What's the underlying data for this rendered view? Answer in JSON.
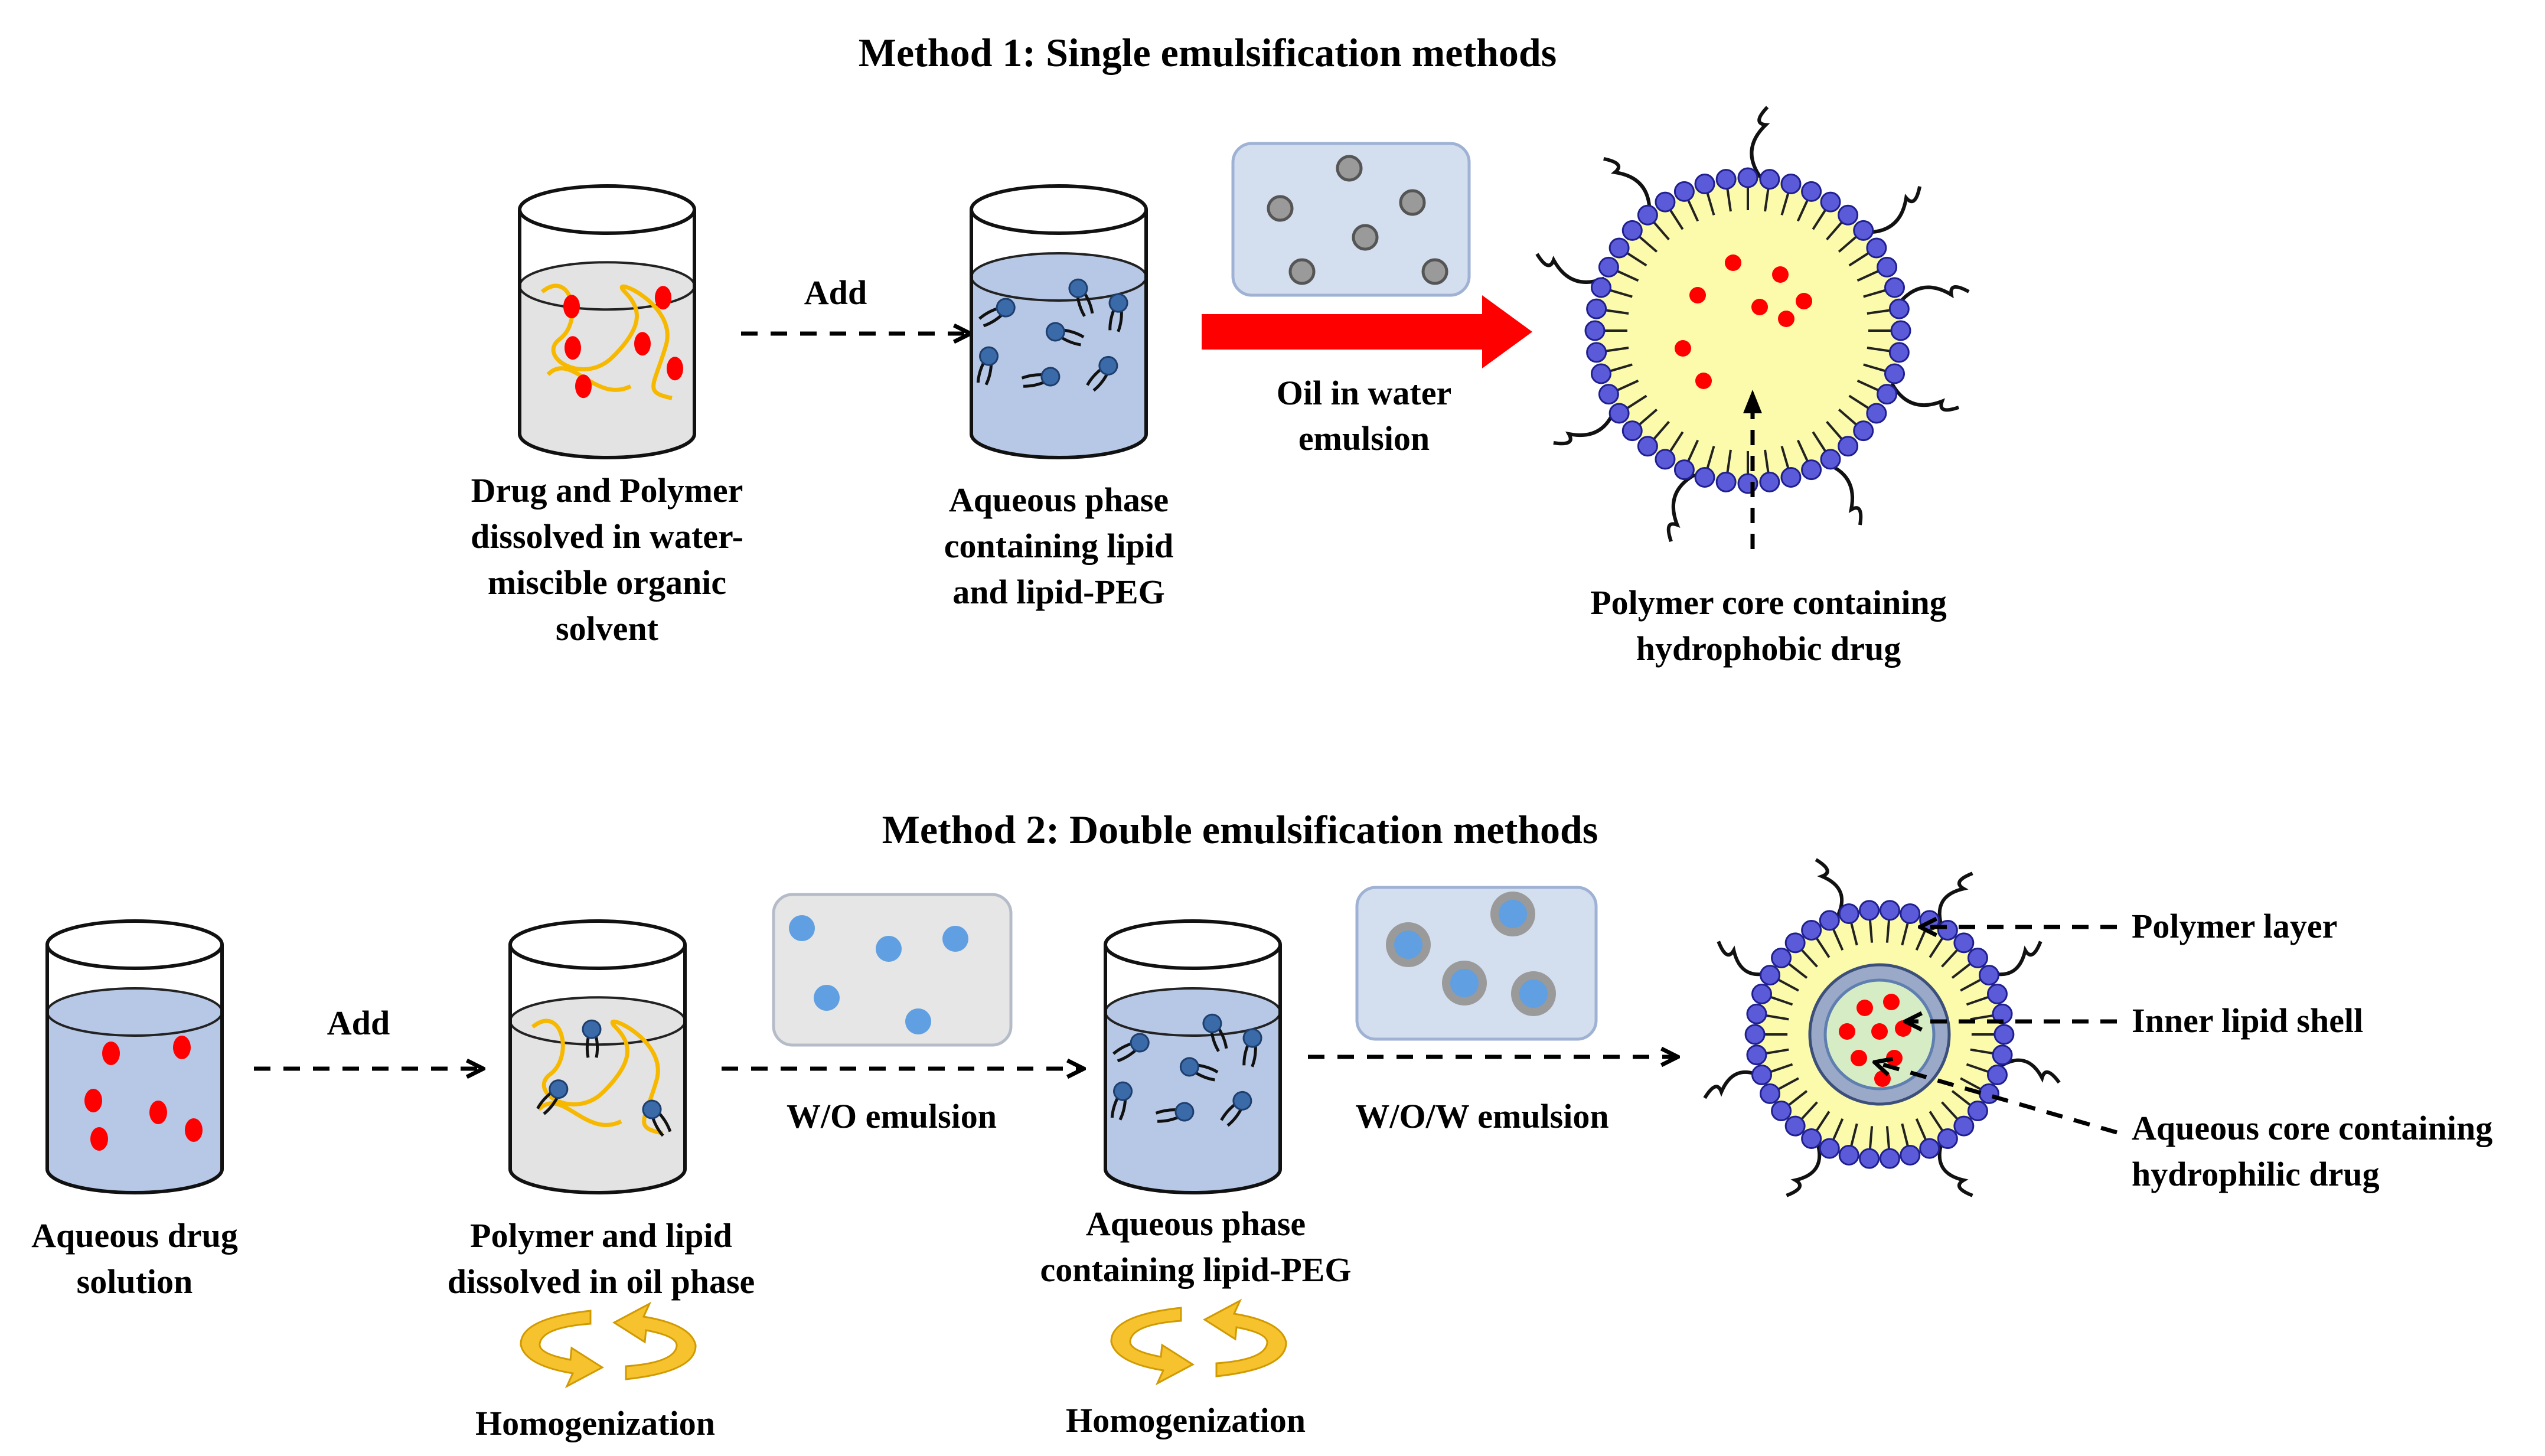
{
  "colors": {
    "beaker_body": "#e3e3e3",
    "aqueous_liquid": "#b7c8e6",
    "emulsion_box_blue": "#d3deef",
    "emulsion_box_grey": "#e6e6e6",
    "drug_red": "#ff0000",
    "polymer_yellow": "#f7b800",
    "lipid_head_blue": "#3a6aa8",
    "lipid_shell_purple": "#5b5bd9",
    "core_yellow": "#fbfbab",
    "droplet_blue": "#5f9fe2",
    "droplet_grey": "#7f7f7f",
    "big_arrow_red": "#ff0000",
    "homogenization_arrow": "#f6c22d"
  },
  "method1": {
    "title": "Method 1: Single emulsification methods",
    "add_label": "Add",
    "beaker1_label": [
      "Drug and Polymer",
      "dissolved in water-",
      "miscible organic",
      "solvent"
    ],
    "beaker2_label": [
      "Aqueous phase",
      "containing lipid",
      "and lipid-PEG"
    ],
    "emulsion_label": [
      "Oil in water",
      "emulsion"
    ],
    "nanoparticle_label": [
      "Polymer core containing",
      "hydrophobic drug"
    ]
  },
  "method2": {
    "title": "Method 2: Double emulsification methods",
    "add_label": "Add",
    "wo_label": "W/O emulsion",
    "wow_label": "W/O/W emulsion",
    "beaker1_label": [
      "Aqueous drug",
      "solution"
    ],
    "beaker2_label": [
      "Polymer and lipid",
      "dissolved in oil phase"
    ],
    "beaker3_label": [
      "Aqueous phase",
      "containing lipid-PEG"
    ],
    "homogenization_1": "Homogenization",
    "homogenization_2": "Homogenization",
    "callouts": {
      "polymer_layer": "Polymer layer",
      "inner_lipid_shell": "Inner lipid shell",
      "aqueous_core": [
        "Aqueous core containing",
        "hydrophilic drug"
      ]
    }
  }
}
